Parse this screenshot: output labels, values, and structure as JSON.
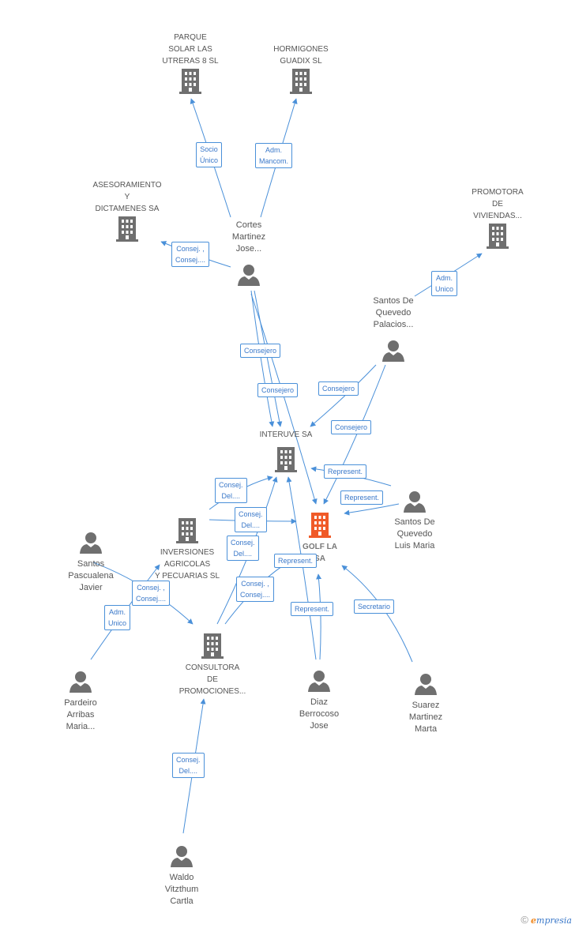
{
  "colors": {
    "edge": "#4a90d9",
    "icon": "#6f6f6f",
    "main_icon": "#f05a28",
    "label": "#555555"
  },
  "nodes": {
    "parque_solar": {
      "label": "PARQUE\nSOLAR LAS\nUTRERAS 8 SL",
      "icon": "building-icon"
    },
    "hormigones": {
      "label": "HORMIGONES\nGUADIX SL",
      "icon": "building-icon"
    },
    "asesoramiento": {
      "label": "ASESORAMIENTO\nY\nDICTAMENES SA",
      "icon": "building-icon"
    },
    "promotora": {
      "label": "PROMOTORA\nDE\nVIVIENDAS...",
      "icon": "building-icon"
    },
    "cortes": {
      "label": "Cortes\nMartinez\nJose...",
      "icon": "person-icon"
    },
    "santos_palacios": {
      "label": "Santos De\nQuevedo\nPalacios...",
      "icon": "person-icon"
    },
    "interuve": {
      "label": "INTERUVE SA",
      "icon": "building-icon"
    },
    "santos_luis": {
      "label": "Santos De\nQuevedo\nLuis Maria",
      "icon": "person-icon"
    },
    "golf": {
      "label": "GOLF LA\n SA",
      "icon": "building-icon"
    },
    "inversiones": {
      "label": "INVERSIONES\nAGRICOLAS\nY PECUARIAS SL",
      "icon": "building-icon"
    },
    "pascualena": {
      "label": "Santos\nPascualena\nJavier",
      "icon": "person-icon"
    },
    "consultora": {
      "label": "CONSULTORA\nDE\nPROMOCIONES...",
      "icon": "building-icon"
    },
    "pardeiro": {
      "label": "Pardeiro\nArribas\nMaria...",
      "icon": "person-icon"
    },
    "diaz": {
      "label": "Diaz\nBerrocoso\nJose",
      "icon": "person-icon"
    },
    "suarez": {
      "label": "Suarez\nMartinez\nMarta",
      "icon": "person-icon"
    },
    "waldo": {
      "label": "Waldo\nVitzthum\nCartla",
      "icon": "person-icon"
    }
  },
  "edge_labels": {
    "socio_unico": "Socio\nÚnico",
    "adm_mancom": "Adm.\nMancom.",
    "consej_consej_1": "Consej. ,\nConsej....",
    "adm_unico_1": "Adm.\nUnico",
    "consejero_1": "Consejero",
    "consejero_2": "Consejero",
    "consejero_3": "Consejero",
    "consejero_4": "Consejero",
    "consej_del_1": "Consej.\nDel....",
    "represent_1": "Represent.",
    "represent_2": "Represent.",
    "consej_del_2": "Consej.\nDel....",
    "consej_del_3": "Consej.\nDel....",
    "represent_3": "Represent.",
    "consej_consej_2": "Consej. ,\nConsej....",
    "consej_consej_3": "Consej. ,\nConsej....",
    "adm_unico_2": "Adm.\nUnico",
    "represent_4": "Represent.",
    "secretario": "Secretario",
    "consej_del_4": "Consej.\nDel...."
  },
  "footer": {
    "copyright": "©",
    "brand_e": "e",
    "brand_rest": "mpresia"
  }
}
